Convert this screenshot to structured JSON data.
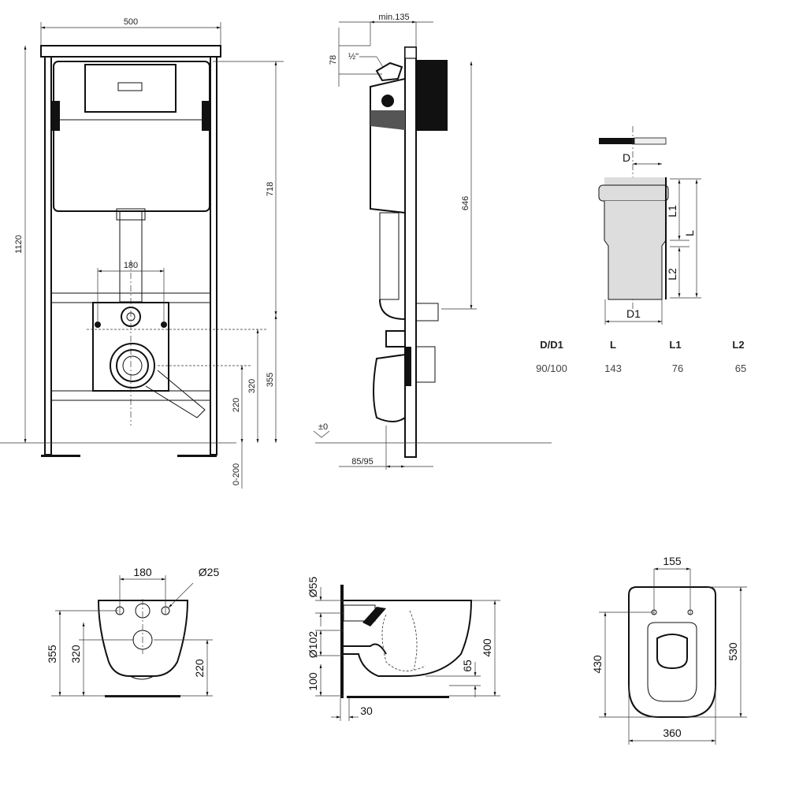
{
  "frame_front": {
    "width": "500",
    "height": "1120",
    "cistern_height": "718",
    "bolt_spacing": "180",
    "outlet_height": "355",
    "inlet_height": "320",
    "floor_offset": "220",
    "floor_adjust": "0-200"
  },
  "frame_side": {
    "min_depth": "min.135",
    "inlet_offset": "78",
    "inlet_size": "½\"",
    "flush_height": "646",
    "floor_level": "±0",
    "foot_depth": "85/95"
  },
  "pipe_connector": {
    "labels": {
      "d": "D",
      "l": "L",
      "l1": "L1",
      "l2": "L2",
      "d1": "D1"
    },
    "table": {
      "headers": [
        "D/D1",
        "L",
        "L1",
        "L2"
      ],
      "values": [
        "90/100",
        "143",
        "76",
        "65"
      ]
    }
  },
  "bowl_front": {
    "bolt_spacing": "180",
    "bolt_diameter": "Ø25",
    "outlet_height": "355",
    "inlet_height": "320",
    "bolt_height": "220"
  },
  "bowl_side": {
    "inlet_diameter": "Ø55",
    "outlet_diameter": "Ø102",
    "outlet_height": "100",
    "wall_gap": "30",
    "rim_offset": "65",
    "height": "400"
  },
  "bowl_top": {
    "bolt_spacing": "155",
    "seat_length": "430",
    "length": "530",
    "width": "360"
  }
}
